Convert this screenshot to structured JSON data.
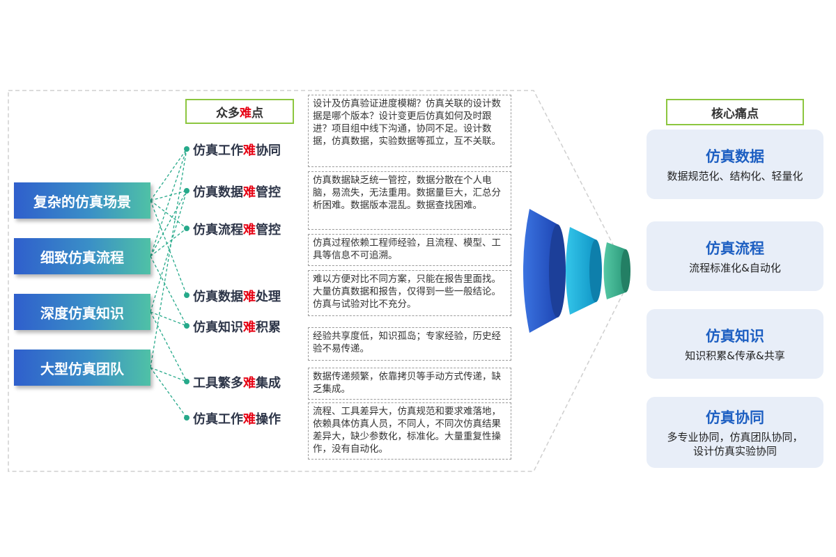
{
  "left_header": {
    "prefix": "众多",
    "highlight": "难",
    "suffix": "点"
  },
  "right_header": "核心痛点",
  "scenes": [
    "复杂的仿真场景",
    "细致仿真流程",
    "深度仿真知识",
    "大型仿真团队"
  ],
  "difficulties": [
    {
      "prefix": "仿真工作",
      "highlight": "难",
      "suffix": "协同"
    },
    {
      "prefix": "仿真数据",
      "highlight": "难",
      "suffix": "管控"
    },
    {
      "prefix": "仿真流程",
      "highlight": "难",
      "suffix": "管控"
    },
    {
      "prefix": "仿真数据",
      "highlight": "难",
      "suffix": "处理"
    },
    {
      "prefix": "仿真知识",
      "highlight": "难",
      "suffix": "积累"
    },
    {
      "prefix": "工具繁多",
      "highlight": "难",
      "suffix": "集成"
    },
    {
      "prefix": "仿真工作",
      "highlight": "难",
      "suffix": "操作"
    }
  ],
  "descriptions": [
    "设计及仿真验证进度模糊？仿真关联的设计数据是哪个版本？设计变更后仿真如何及时跟进？项目组中线下沟通，协同不足。设计数据，仿真数据，实验数据等孤立，互不关联。",
    "仿真数据缺乏统一管控，数据分散在个人电脑，易流失，无法重用。数据量巨大，汇总分析困难。数据版本混乱。数据查找困难。",
    "仿真过程依赖工程师经验，且流程、模型、工具等信息不可追溯。",
    "难以方便对比不同方案，只能在报告里面找。大量仿真数据和报告，仅得到一些一般结论。仿真与试验对比不充分。",
    "经验共享度低，知识孤岛；专家经验，历史经验不易传递。",
    "数据传递频繁，依靠拷贝等手动方式传递，缺乏集成。",
    "流程、工具差异大，仿真规范和要求难落地，依赖具体仿真人员，不同人，不同次仿真结果差异大，缺少参数化，标准化。大量重复性操作，没有自动化。"
  ],
  "core_points": [
    {
      "title": "仿真数据",
      "desc": [
        "数据规范化、结构化、轻量化"
      ]
    },
    {
      "title": "仿真流程",
      "desc": [
        "流程标准化&自动化"
      ]
    },
    {
      "title": "仿真知识",
      "desc": [
        "知识积累&传承&共享"
      ]
    },
    {
      "title": "仿真协同",
      "desc": [
        "多专业协同，仿真团队协同，",
        "设计仿真实验协同"
      ]
    }
  ],
  "colors": {
    "highlight": "#e60012",
    "header_border": "#8cc63f",
    "connector": "#26a98a",
    "core_title": "#1d5fc2",
    "core_bg": "#e8eef8",
    "funnel_blue": "#2e5fcc",
    "funnel_cyan": "#1aaed8",
    "funnel_teal": "#3fb38f"
  }
}
